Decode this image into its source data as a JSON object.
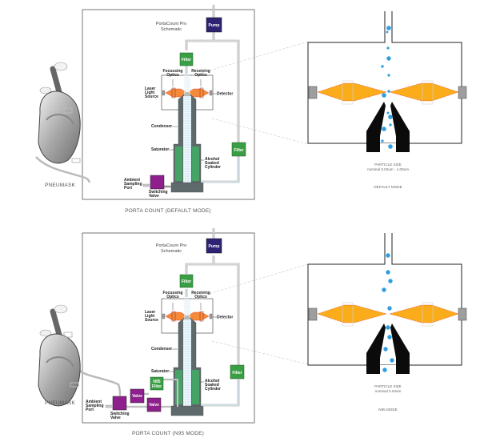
{
  "colors": {
    "pump": "#2e2272",
    "filter": "#3a9e44",
    "valve": "#8e1f8c",
    "laser": "#f5a623",
    "laser_edge": "#e23a2a",
    "particle": "#2d9ee0",
    "chamber_fill": "#46a366",
    "nozzle": "#5f6a6d",
    "tube": "#bfbfbf"
  },
  "panels": [
    {
      "id": "default",
      "schematic_title_line1": "PortaCount Pro",
      "schematic_title_line2": "Schematic",
      "pump_label": "Pump",
      "filter_top_label": "Filter",
      "filter_right_label": "Filter",
      "focusing_optics_line1": "Focussing",
      "focusing_optics_line2": "Optics",
      "receiving_optics_line1": "Receiving",
      "receiving_optics_line2": "Optics",
      "laser_line1": "Laser",
      "laser_line2": "Light",
      "laser_line3": "Source",
      "detector_label": "Detector",
      "condenser_label": "Condenser",
      "saturator_label": "Saturator",
      "alcohol_line1": "Alcohol",
      "alcohol_line2": "Soaked",
      "alcohol_line3": "Cylinder",
      "ambient_line1": "Ambient",
      "ambient_line2": "Sampling",
      "ambient_line3": "Port",
      "switching_line1": "Switching",
      "switching_line2": "Valve",
      "mask_label": "PNEUMASK",
      "caption": "PORTA COUNT (DEFAULT MODE)",
      "particle_size_title": "PARTICLE SIZE",
      "particle_size_value": "nominal 0.02um - 1.00um",
      "mode_label": "DEFAULT MODE"
    },
    {
      "id": "n95",
      "schematic_title_line1": "PortaCount Pro",
      "schematic_title_line2": "Schematic",
      "pump_label": "Pump",
      "filter_top_label": "Filter",
      "filter_right_label": "Filter",
      "n95_filter_line1": "N95",
      "n95_filter_line2": "Filter",
      "valve_label_1": "Valve",
      "valve_label_2": "Valve",
      "focusing_optics_line1": "Focussing",
      "focusing_optics_line2": "Optics",
      "receiving_optics_line1": "Receiving",
      "receiving_optics_line2": "Optics",
      "laser_line1": "Laser",
      "laser_line2": "Light",
      "laser_line3": "Source",
      "detector_label": "Detector",
      "condenser_label": "Condenser",
      "saturator_label": "Saturator",
      "alcohol_line1": "Alcohol",
      "alcohol_line2": "Soaked",
      "alcohol_line3": "Cylinder",
      "ambient_line1": "Ambient",
      "ambient_line2": "Sampling",
      "ambient_line3": "Port",
      "switching_line1": "Switching",
      "switching_line2": "Valve",
      "mask_label": "PNEUMASK",
      "caption": "PORTA COUNT (N95 MODE)",
      "particle_size_title": "PARTICLE SIZE",
      "particle_size_value": "nominal 0.04um",
      "mode_label": "N95 MODE"
    }
  ]
}
